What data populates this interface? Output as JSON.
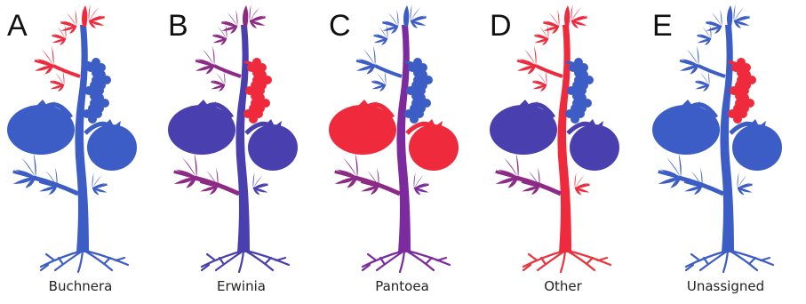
{
  "colors": {
    "blue": "#3c5cc6",
    "red": "#ee2a3c",
    "purple": "#7b2b9e",
    "violet": "#4a3fae",
    "magenta": "#8c2a86",
    "root_red": "#e8343c"
  },
  "panels": [
    {
      "letter": "A",
      "caption": "Buchnera",
      "parts": {
        "top": "red",
        "upper_leaf": "red",
        "flowers": "blue",
        "tomato_left": "blue",
        "tomato_right": "blue",
        "stem": "blue",
        "lower_leaves": "blue",
        "roots": "blue"
      }
    },
    {
      "letter": "B",
      "caption": "Erwinia",
      "parts": {
        "top": "magenta",
        "upper_leaf": "magenta",
        "flowers": "red",
        "tomato_left": "violet",
        "tomato_right": "violet",
        "stem": "violet",
        "lower_leaves": "magenta",
        "roots": "violet"
      }
    },
    {
      "letter": "C",
      "caption": "Pantoea",
      "parts": {
        "top": "blue",
        "upper_leaf": "blue",
        "flowers": "blue",
        "tomato_left": "red",
        "tomato_right": "red",
        "stem": "purple",
        "lower_leaves": "magenta",
        "roots": "purple"
      }
    },
    {
      "letter": "D",
      "caption": "Other",
      "parts": {
        "top": "red",
        "upper_leaf": "red",
        "flowers": "blue",
        "tomato_left": "violet",
        "tomato_right": "violet",
        "stem": "red",
        "lower_leaves": "magenta",
        "roots": "root_red"
      }
    },
    {
      "letter": "E",
      "caption": "Unassigned",
      "parts": {
        "top": "blue",
        "upper_leaf": "blue",
        "flowers": "red",
        "tomato_left": "blue",
        "tomato_right": "blue",
        "stem": "blue",
        "lower_leaves": "blue",
        "roots": "blue"
      }
    }
  ]
}
